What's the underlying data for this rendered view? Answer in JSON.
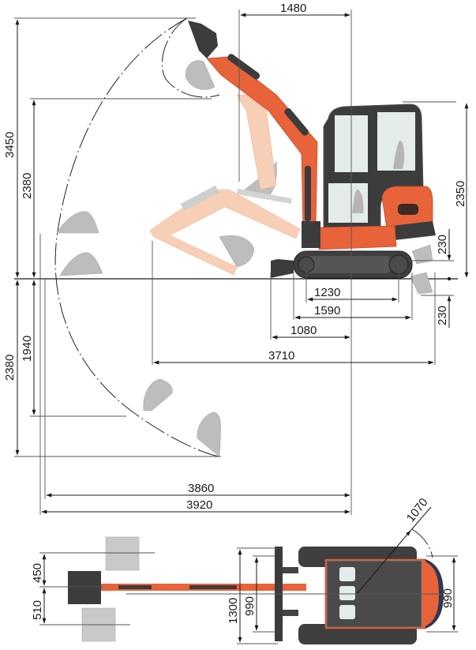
{
  "diagram": {
    "subject": "Mini excavator dimension drawing",
    "colors": {
      "machine_orange": "#e8633a",
      "ghost_orange": "#f6c7ad",
      "dark_body": "#3c3c3c",
      "track": "#4a4a4a",
      "glass": "#dde8e6",
      "bucket_ghost": "#b9b9b9",
      "line": "#1a1a1a"
    },
    "side_view": {
      "dimensions": {
        "max_dig_height": "3450",
        "max_dump_height": "2380",
        "min_swing_radius_front": "1480",
        "overall_height_cab": "2350",
        "blade_raise": "230",
        "blade_lower": "230",
        "track_tumbler_distance": "1230",
        "crawler_length": "1590",
        "blade_distance": "1080",
        "transport_length": "3710",
        "max_dig_depth": "2380",
        "vertical_wall_dig_depth": "1940",
        "max_reach_ground": "3860",
        "max_reach": "3920"
      }
    },
    "top_view": {
      "dimensions": {
        "boom_offset_left": "450",
        "boom_offset_right": "510",
        "blade_width": "1300",
        "track_width": "990",
        "body_width": "990",
        "tail_swing_radius": "1070"
      }
    }
  }
}
